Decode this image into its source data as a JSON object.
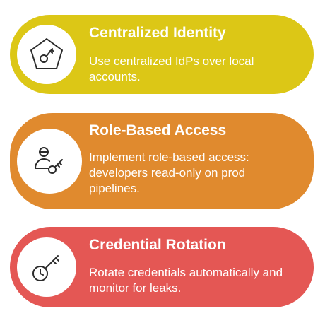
{
  "cards": [
    {
      "title": "Centralized Identity",
      "description": "Use centralized IdPs over local accounts.",
      "icon": "pentagon-key-icon",
      "color": "#dcc716"
    },
    {
      "title": "Role-Based Access",
      "description": "Implement role-based access: developers read-only on prod pipelines.",
      "icon": "user-key-icon",
      "color": "#e08a2e"
    },
    {
      "title": "Credential Rotation",
      "description": "Rotate credentials automatically and monitor for leaks.",
      "icon": "clock-key-icon",
      "color": "#e45754"
    }
  ]
}
